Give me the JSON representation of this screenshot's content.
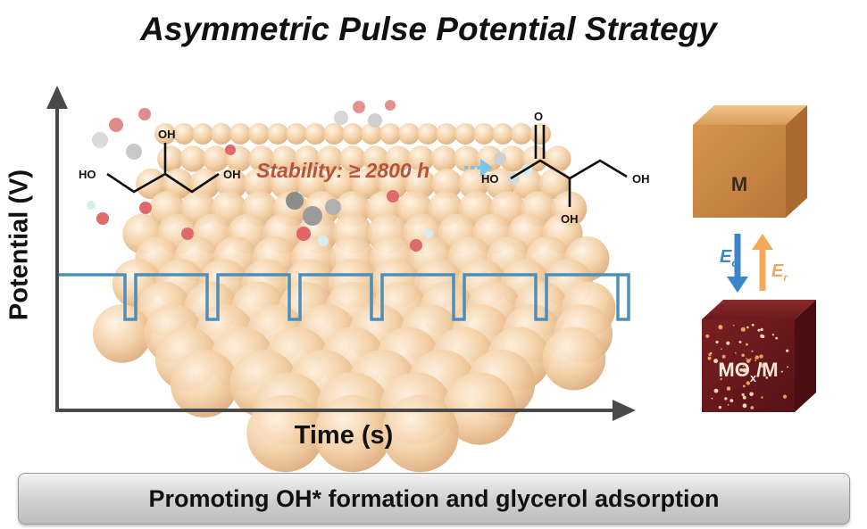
{
  "title": "Asymmetric Pulse Potential Strategy",
  "axes": {
    "y_label": "Potential (V)",
    "x_label": "Time (s)"
  },
  "stability_label": "Stability: ≥ 2800 h",
  "glycerol_labels": {
    "oh_top": "OH",
    "ho_left": "HO",
    "oh_right": "OH"
  },
  "product_labels": {
    "o": "O",
    "ho": "HO",
    "oh_right": "OH",
    "oh_bottom": "OH"
  },
  "cubes": {
    "top_label": "M",
    "top_sublabel": "",
    "bottom_label": "MOx/M",
    "arrow_down_label": "Eo",
    "arrow_up_label": "Er"
  },
  "banner": "Promoting OH* formation and glycerol adsorption",
  "colors": {
    "pulse_line": "#4d8fb8",
    "arrow_down": "#3a86c8",
    "arrow_up": "#f3a85c",
    "cube_metal": "#c98b45",
    "cube_oxide": "#6e1a1e",
    "stability_text": "#b5543a"
  },
  "pulse": {
    "count": 7
  }
}
